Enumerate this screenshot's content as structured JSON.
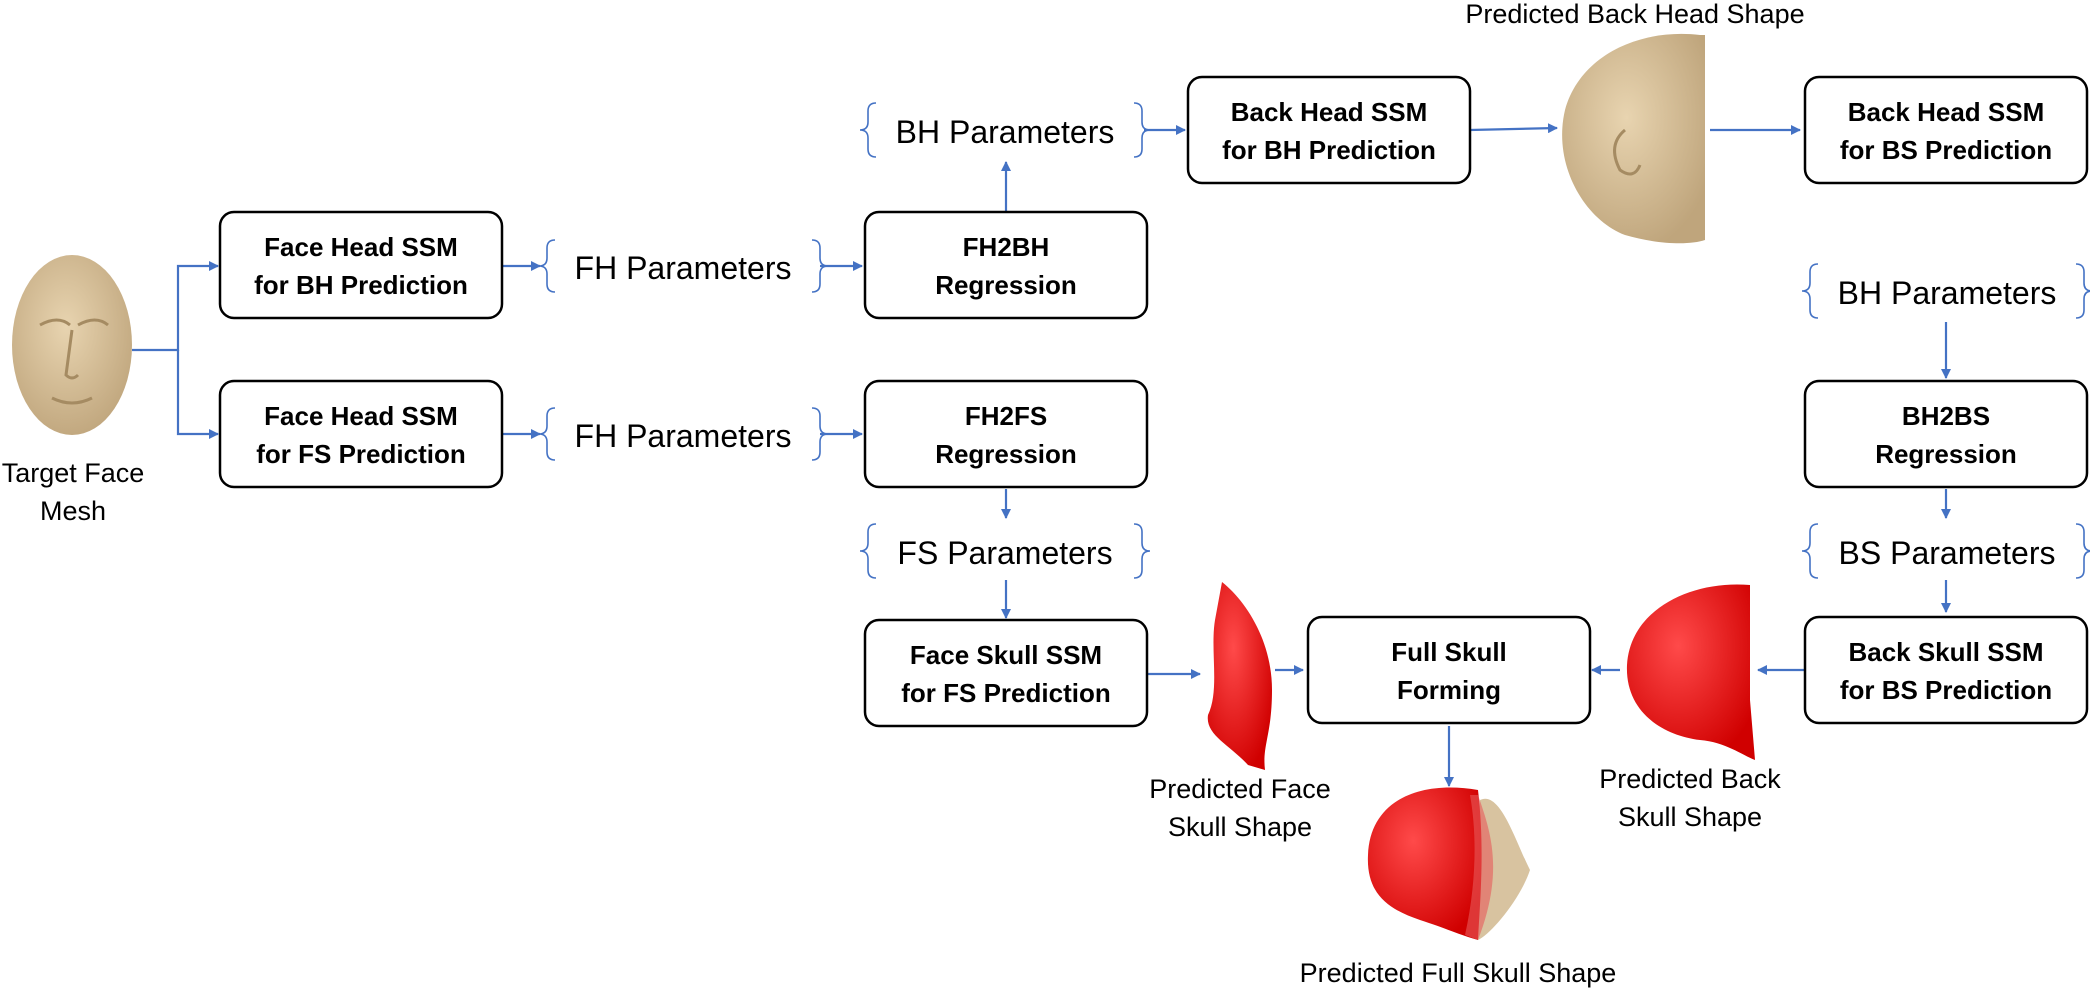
{
  "colors": {
    "arrow": "#4472C4",
    "box_border": "#000000",
    "face_mesh": "#D9C29C",
    "skull_red": "#FF1A1A"
  },
  "icons": [
    "face-mesh-image",
    "back-head-mesh-image",
    "face-skull-mesh-image",
    "back-skull-mesh-image",
    "full-skull-mesh-image"
  ],
  "boxes": {
    "fh_bh": [
      "Face Head SSM",
      "for BH Prediction"
    ],
    "fh_fs": [
      "Face Head SSM",
      "for FS Prediction"
    ],
    "fh2bh": [
      "FH2BH",
      "Regression"
    ],
    "fh2fs": [
      "FH2FS",
      "Regression"
    ],
    "bh_ssm": [
      "Back Head SSM",
      "for BH Prediction"
    ],
    "bs_ssm": [
      "Back Head SSM",
      "for BS Prediction"
    ],
    "bh2bs": [
      "BH2BS",
      "Regression"
    ],
    "fskull": [
      "Face Skull SSM",
      "for FS Prediction"
    ],
    "fullskull": [
      "Full Skull",
      "Forming"
    ],
    "bskull": [
      "Back Skull SSM",
      "for BS Prediction"
    ]
  },
  "params": {
    "fh_top": "FH Parameters",
    "fh_bottom": "FH Parameters",
    "bh_top": "BH Parameters",
    "bh_right": "BH Parameters",
    "fs": "FS Parameters",
    "bs": "BS Parameters"
  },
  "captions": {
    "target_face": [
      "Target Face",
      "Mesh"
    ],
    "back_head": "Predicted Back Head Shape",
    "face_skull": [
      "Predicted Face",
      "Skull Shape"
    ],
    "back_skull": [
      "Predicted Back",
      "Skull Shape"
    ],
    "full_skull": "Predicted Full Skull Shape"
  }
}
